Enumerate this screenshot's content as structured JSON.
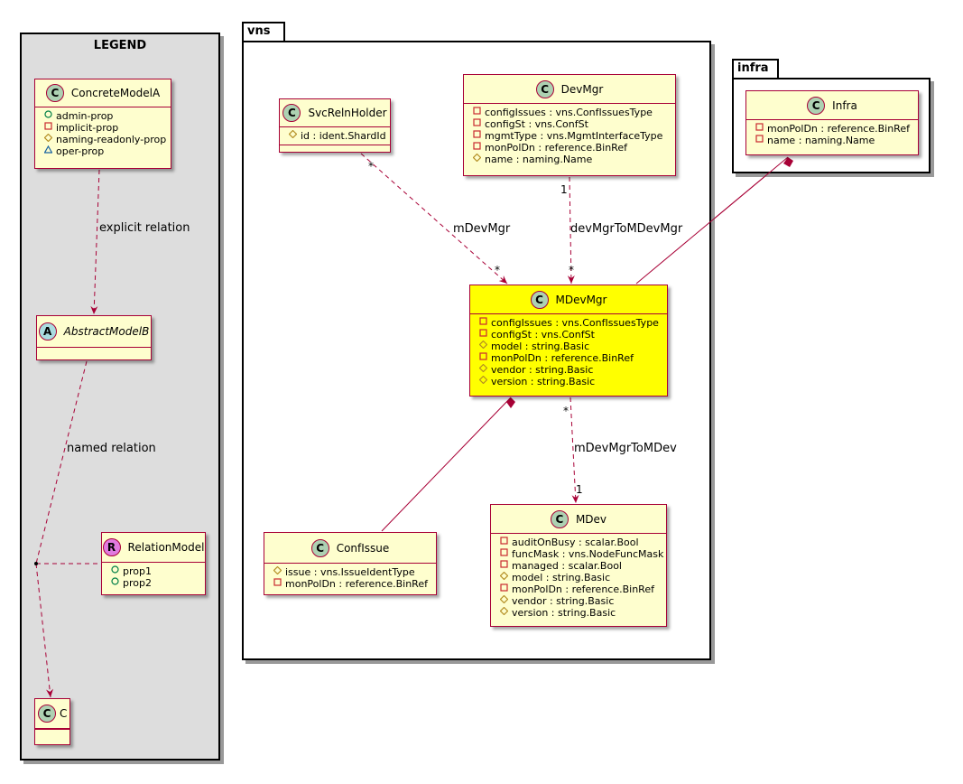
{
  "colors": {
    "border": "#a80036",
    "class_bg": "#fefece",
    "highlight": "#ffff00",
    "legend_bg": "#dddddd"
  },
  "legend": {
    "title": "LEGEND",
    "concrete": {
      "name": "ConcreteModelA",
      "stereo": "C",
      "attrs": [
        {
          "vis": "circle",
          "text": "admin-prop"
        },
        {
          "vis": "square",
          "text": "implicit-prop"
        },
        {
          "vis": "diamond",
          "text": "naming-readonly-prop"
        },
        {
          "vis": "triangle",
          "text": "oper-prop"
        }
      ]
    },
    "abstract": {
      "name": "AbstractModelB",
      "stereo": "A"
    },
    "relation": {
      "name": "RelationModel",
      "stereo": "R",
      "attrs": [
        "prop1",
        "prop2"
      ]
    },
    "c": {
      "name": "C",
      "stereo": "C"
    },
    "explicit_label": "explicit relation",
    "named_label": "named relation"
  },
  "vns": {
    "name": "vns",
    "svc": {
      "name": "SvcRelnHolder",
      "stereo": "C",
      "attrs": [
        "id : ident.ShardId"
      ]
    },
    "devmgr": {
      "name": "DevMgr",
      "stereo": "C",
      "attrs": [
        "configIssues : vns.ConfIssuesType",
        "configSt : vns.ConfSt",
        "mgmtType : vns.MgmtInterfaceType",
        "monPolDn : reference.BinRef",
        "name : naming.Name"
      ]
    },
    "mdevmgr": {
      "name": "MDevMgr",
      "stereo": "C",
      "attrs": [
        "configIssues : vns.ConfIssuesType",
        "configSt : vns.ConfSt",
        "model : string.Basic",
        "monPolDn : reference.BinRef",
        "vendor : string.Basic",
        "version : string.Basic"
      ]
    },
    "confissue": {
      "name": "ConfIssue",
      "stereo": "C",
      "attrs": [
        "issue : vns.IssueIdentType",
        "monPolDn : reference.BinRef"
      ]
    },
    "mdev": {
      "name": "MDev",
      "stereo": "C",
      "attrs": [
        "auditOnBusy : scalar.Bool",
        "funcMask : vns.NodeFuncMask",
        "managed : scalar.Bool",
        "model : string.Basic",
        "monPolDn : reference.BinRef",
        "vendor : string.Basic",
        "version : string.Basic"
      ]
    },
    "rel_mdevmgr": "mDevMgr",
    "rel_devmgrto": "devMgrToMDevMgr",
    "rel_mdevmgrtomdev": "mDevMgrToMDev",
    "mult": {
      "svc_src": "*",
      "svc_dst": "*",
      "devmgr_src": "1",
      "devmgr_dst": "*",
      "mdev_src": "*",
      "mdev_dst": "1"
    }
  },
  "infra": {
    "name": "infra",
    "infra": {
      "name": "Infra",
      "stereo": "C",
      "attrs": [
        "monPolDn : reference.BinRef",
        "name : naming.Name"
      ]
    }
  }
}
